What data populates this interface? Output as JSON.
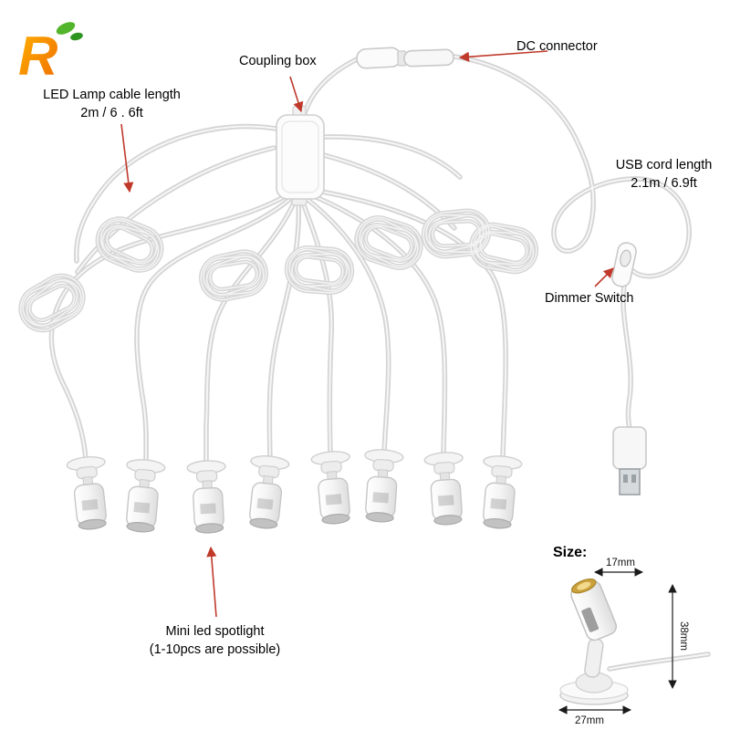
{
  "logo": {
    "letter": "R"
  },
  "annotations": {
    "coupling_box": {
      "label": "Coupling box"
    },
    "dc_connector": {
      "label": "DC connector"
    },
    "led_cable": {
      "line1": "LED Lamp cable length",
      "line2": "2m / 6 . 6ft"
    },
    "usb_cord": {
      "line1": "USB cord length",
      "line2": "2.1m / 6.9ft"
    },
    "dimmer_switch": {
      "label": "Dimmer Switch"
    },
    "mini_spotlight": {
      "line1": "Mini led spotlight",
      "line2": "(1-10pcs are possible)"
    }
  },
  "size_diagram": {
    "title": "Size:",
    "dims": {
      "top_width": "17mm",
      "height": "38mm",
      "base_width": "27mm"
    }
  },
  "colors": {
    "annotation_arrow": "#c0392b",
    "dimension": "#1a1a1a",
    "cable": "#d8d8d8"
  }
}
